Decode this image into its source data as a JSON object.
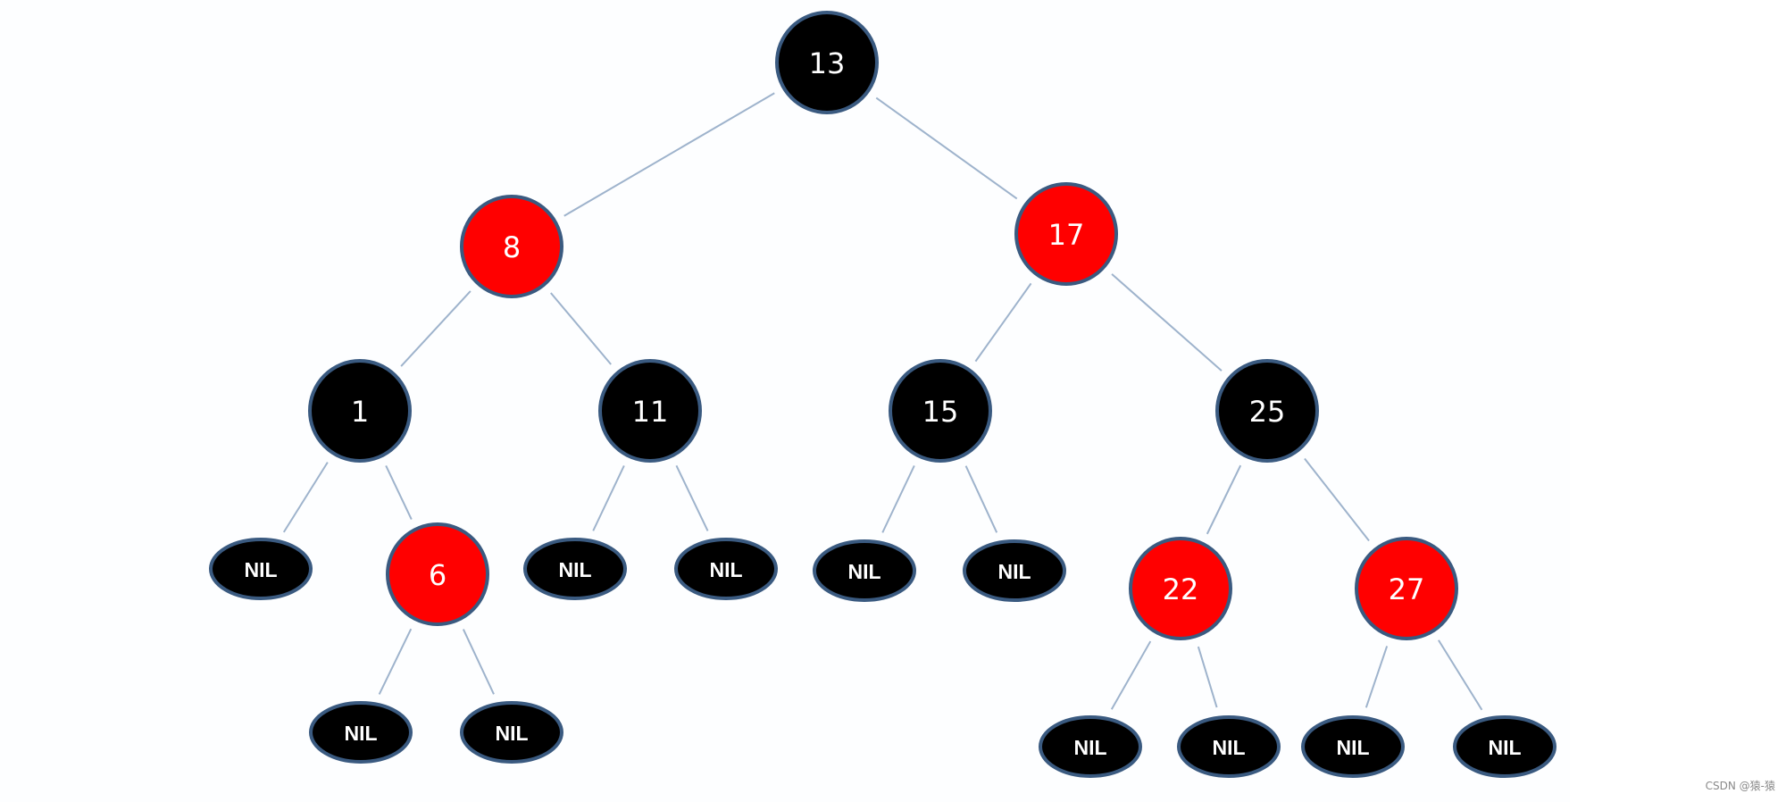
{
  "tree": {
    "colors": {
      "black_fill": "#000000",
      "red_fill": "#ff0000",
      "node_border": "#3a5a80",
      "edge": "#9eb3cc",
      "label": "#ffffff"
    },
    "nodes": [
      {
        "id": "n13",
        "label": "13",
        "color": "black"
      },
      {
        "id": "n8",
        "label": "8",
        "color": "red"
      },
      {
        "id": "n17",
        "label": "17",
        "color": "red"
      },
      {
        "id": "n1",
        "label": "1",
        "color": "black"
      },
      {
        "id": "n11",
        "label": "11",
        "color": "black"
      },
      {
        "id": "n15",
        "label": "15",
        "color": "black"
      },
      {
        "id": "n25",
        "label": "25",
        "color": "black"
      },
      {
        "id": "n6",
        "label": "6",
        "color": "red"
      },
      {
        "id": "n22",
        "label": "22",
        "color": "red"
      },
      {
        "id": "n27",
        "label": "27",
        "color": "red"
      },
      {
        "id": "nil1a",
        "label": "NIL",
        "color": "black",
        "nil": true
      },
      {
        "id": "nil6a",
        "label": "NIL",
        "color": "black",
        "nil": true
      },
      {
        "id": "nil6b",
        "label": "NIL",
        "color": "black",
        "nil": true
      },
      {
        "id": "nil11a",
        "label": "NIL",
        "color": "black",
        "nil": true
      },
      {
        "id": "nil11b",
        "label": "NIL",
        "color": "black",
        "nil": true
      },
      {
        "id": "nil15a",
        "label": "NIL",
        "color": "black",
        "nil": true
      },
      {
        "id": "nil15b",
        "label": "NIL",
        "color": "black",
        "nil": true
      },
      {
        "id": "nil22a",
        "label": "NIL",
        "color": "black",
        "nil": true
      },
      {
        "id": "nil22b",
        "label": "NIL",
        "color": "black",
        "nil": true
      },
      {
        "id": "nil27a",
        "label": "NIL",
        "color": "black",
        "nil": true
      },
      {
        "id": "nil27b",
        "label": "NIL",
        "color": "black",
        "nil": true
      }
    ],
    "edges": [
      [
        "n13",
        "n8"
      ],
      [
        "n13",
        "n17"
      ],
      [
        "n8",
        "n1"
      ],
      [
        "n8",
        "n11"
      ],
      [
        "n17",
        "n15"
      ],
      [
        "n17",
        "n25"
      ],
      [
        "n1",
        "nil1a"
      ],
      [
        "n1",
        "n6"
      ],
      [
        "n6",
        "nil6a"
      ],
      [
        "n6",
        "nil6b"
      ],
      [
        "n11",
        "nil11a"
      ],
      [
        "n11",
        "nil11b"
      ],
      [
        "n15",
        "nil15a"
      ],
      [
        "n15",
        "nil15b"
      ],
      [
        "n25",
        "n22"
      ],
      [
        "n25",
        "n27"
      ],
      [
        "n22",
        "nil22a"
      ],
      [
        "n22",
        "nil22b"
      ],
      [
        "n27",
        "nil27a"
      ],
      [
        "n27",
        "nil27b"
      ]
    ]
  },
  "watermark": "CSDN @猿-猿"
}
